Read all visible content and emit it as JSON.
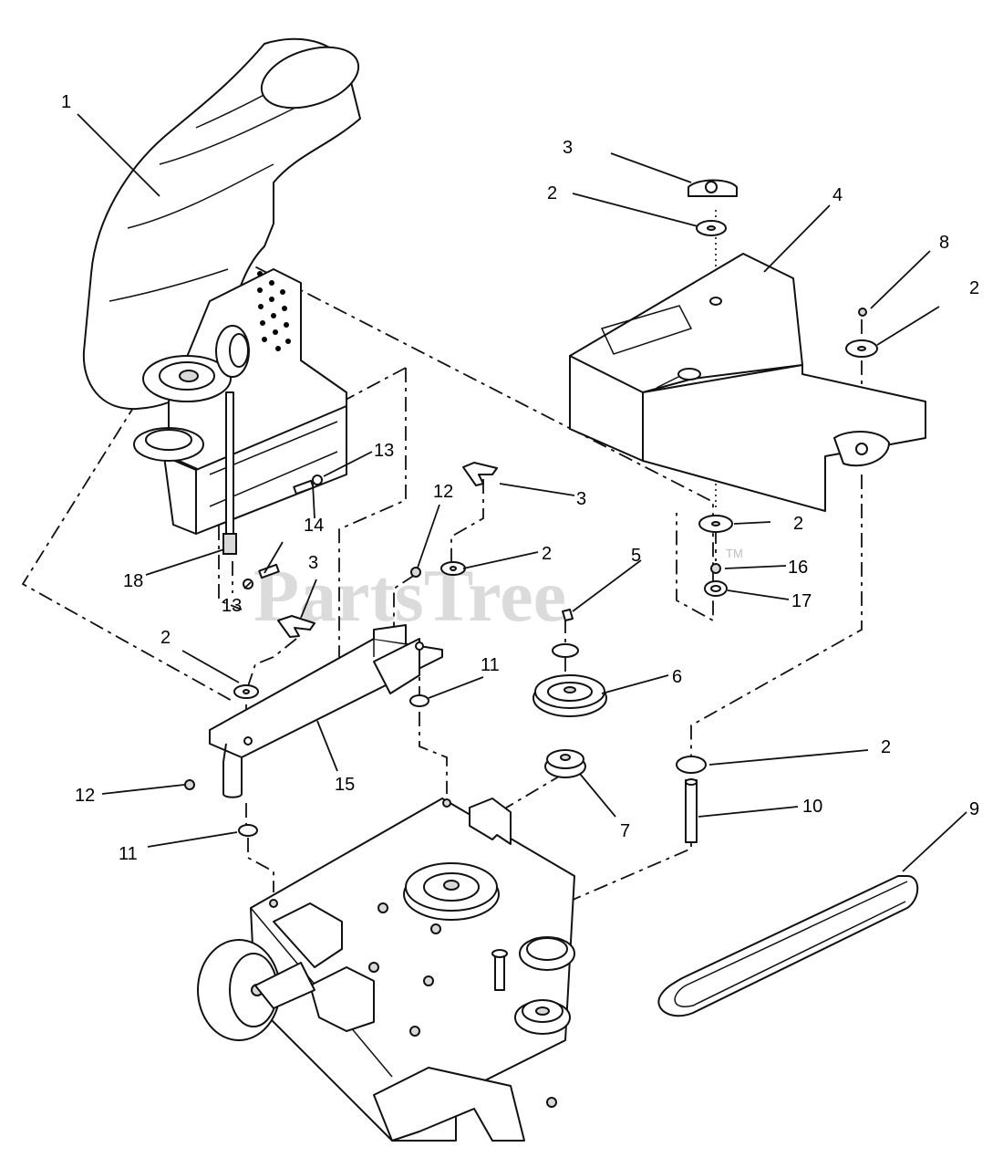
{
  "watermark": {
    "text": "PartsTree",
    "trademark": "TM"
  },
  "callouts": [
    "1",
    "2",
    "3",
    "4",
    "5",
    "6",
    "7",
    "8",
    "9",
    "10",
    "11",
    "12",
    "13",
    "14",
    "15",
    "16",
    "17",
    "18"
  ],
  "colors": {
    "line": "#111111",
    "background": "#ffffff",
    "watermark": "#cfcfcf"
  }
}
